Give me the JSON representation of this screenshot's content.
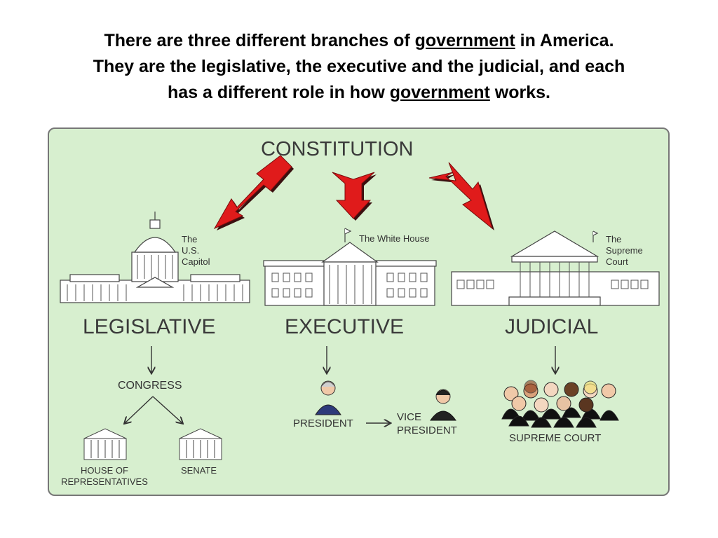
{
  "heading": {
    "l1a": "There are three different branches of ",
    "l1b": "government",
    "l1c": " in America.",
    "l2": "They are the legislative, the executive and the judicial, and each",
    "l3a": "has a different role in how ",
    "l3b": "government",
    "l3c": " works."
  },
  "diagram": {
    "constitution": "CONSTITUTION",
    "capitol_caption": [
      "The",
      "U.S.",
      "Capitol"
    ],
    "white_house_caption": "The White House",
    "supreme_court_caption": [
      "The",
      "Supreme",
      "Court"
    ],
    "branches": {
      "legislative": "LEGISLATIVE",
      "executive": "EXECUTIVE",
      "judicial": "JUDICIAL"
    },
    "congress": "CONGRESS",
    "house": [
      "HOUSE OF",
      "REPRESENTATIVES"
    ],
    "senate": "SENATE",
    "president": "PRESIDENT",
    "vice_president": [
      "VICE",
      "PRESIDENT"
    ],
    "supreme_court": "SUPREME COURT"
  },
  "colors": {
    "panel_bg": "#d7efcf",
    "arrow_red": "#e01b1b",
    "ink": "#333333"
  }
}
